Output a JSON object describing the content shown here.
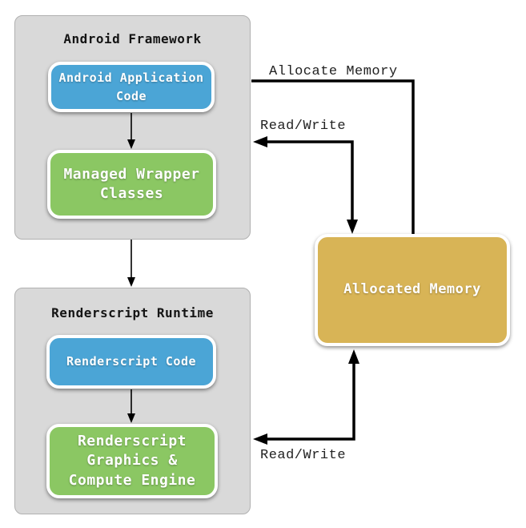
{
  "diagram": {
    "containers": [
      {
        "id": "android-framework",
        "title": "Android Framework",
        "nodes": [
          {
            "id": "android-application-code",
            "label": "Android Application\nCode",
            "color": "blue"
          },
          {
            "id": "managed-wrapper-classes",
            "label": "Managed Wrapper\nClasses",
            "color": "green"
          }
        ]
      },
      {
        "id": "renderscript-runtime",
        "title": "Renderscript Runtime",
        "nodes": [
          {
            "id": "renderscript-code",
            "label": "Renderscript Code",
            "color": "blue"
          },
          {
            "id": "renderscript-engine",
            "label": "Renderscript\nGraphics &\nCompute Engine",
            "color": "green"
          }
        ]
      }
    ],
    "memory_node": {
      "id": "allocated-memory",
      "label": "Allocated Memory",
      "color": "gold"
    },
    "edges": [
      {
        "id": "allocate-memory",
        "label": "Allocate Memory",
        "from": "android-framework",
        "to": "allocated-memory",
        "bidirectional": false
      },
      {
        "id": "read-write-top",
        "label": "Read/Write",
        "from": "allocated-memory",
        "to": "android-framework",
        "bidirectional": true
      },
      {
        "id": "read-write-bottom",
        "label": "Read/Write",
        "from": "allocated-memory",
        "to": "renderscript-runtime",
        "bidirectional": true
      },
      {
        "id": "framework-to-runtime",
        "label": "",
        "from": "android-framework",
        "to": "renderscript-runtime",
        "bidirectional": false
      },
      {
        "id": "app-code-to-wrapper",
        "label": "",
        "from": "android-application-code",
        "to": "managed-wrapper-classes",
        "bidirectional": false
      },
      {
        "id": "rs-code-to-engine",
        "label": "",
        "from": "renderscript-code",
        "to": "renderscript-engine",
        "bidirectional": false
      }
    ],
    "colors": {
      "node_blue": "#4ba5d6",
      "node_green": "#8bc763",
      "node_gold": "#d8b456",
      "container_gray": "#d9d9d9",
      "container_border": "#b0b0b0",
      "arrow": "#000000",
      "edge_label_text": "#222222",
      "node_text": "#ffffff"
    }
  }
}
